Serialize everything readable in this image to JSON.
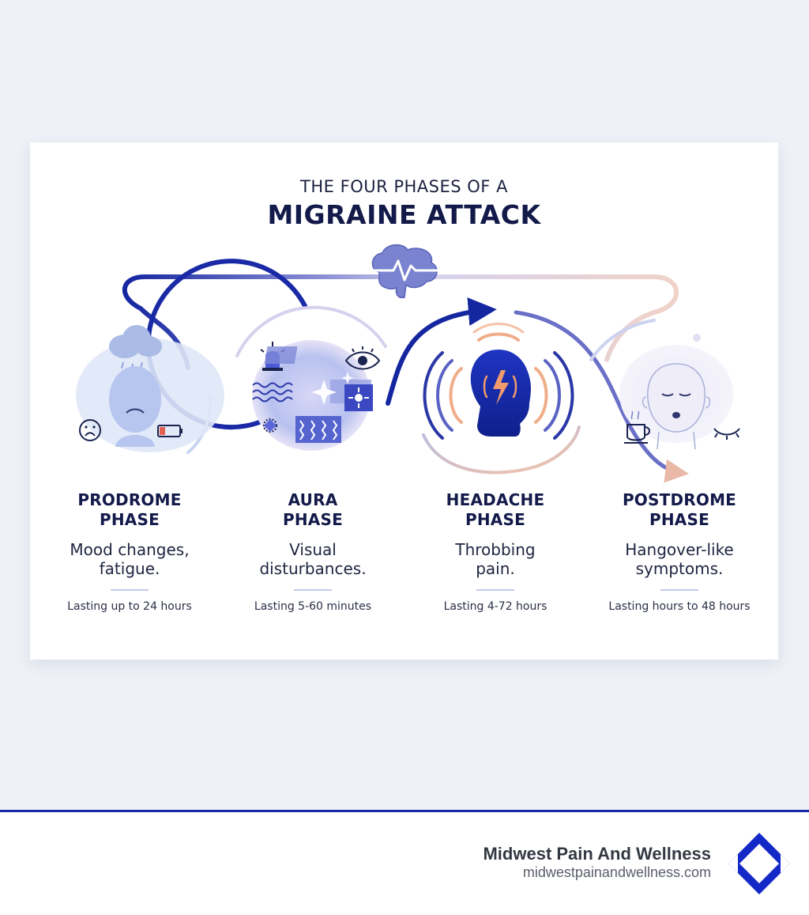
{
  "title": {
    "line1": "THE FOUR PHASES OF A",
    "line2": "MIGRAINE ATTACK"
  },
  "phases": [
    {
      "name_line1": "PRODROME",
      "name_line2": "PHASE",
      "desc_line1": "Mood changes,",
      "desc_line2": "fatigue.",
      "duration": "Lasting up to 24 hours",
      "icon": "sad-head-icon"
    },
    {
      "name_line1": "AURA",
      "name_line2": "PHASE",
      "desc_line1": "Visual",
      "desc_line2": "disturbances.",
      "duration": "Lasting 5-60 minutes",
      "icon": "visual-aura-icon"
    },
    {
      "name_line1": "HEADACHE",
      "name_line2": "PHASE",
      "desc_line1": "Throbbing",
      "desc_line2": "pain.",
      "duration": "Lasting 4-72 hours",
      "icon": "throbbing-head-icon"
    },
    {
      "name_line1": "POSTDROME",
      "name_line2": "PHASE",
      "desc_line1": "Hangover-like",
      "desc_line2": "symptoms.",
      "duration": "Lasting hours to 48 hours",
      "icon": "tired-face-icon"
    }
  ],
  "footer": {
    "brand_name": "Midwest Pain And Wellness",
    "brand_url": "midwestpainandwellness.com",
    "logo_icon": "diamond-logo-icon"
  },
  "colors": {
    "navy": "#131a4a",
    "accent_blue": "#1428a8",
    "lavender": "#b9b3e0",
    "peach": "#f2b48f"
  }
}
